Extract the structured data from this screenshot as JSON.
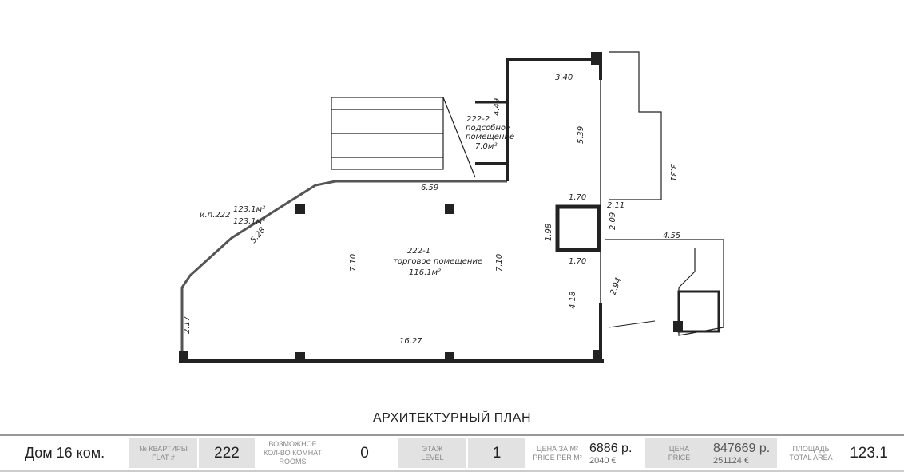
{
  "plan": {
    "caption": "АРХИТЕКТУРНЫЙ ПЛАН",
    "labels": {
      "unit": "и.п.222",
      "area1": "123.1м²",
      "area2": "123.1м²",
      "room1_num": "222-1",
      "room1_name": "торговое помещение",
      "room1_area": "116.1м²",
      "room2_num": "222-2",
      "room2_name1": "подсобное",
      "room2_name2": "помещение",
      "room2_area": "7.0м²"
    },
    "dims": [
      "3.40",
      "4.49",
      "5.39",
      "3.31",
      "6.59",
      "1.70",
      "2.11",
      "2.09",
      "1.98",
      "1.70",
      "4.55",
      "5.28",
      "7.10",
      "7.10",
      "2.94",
      "4.18",
      "2.17",
      "16.27"
    ]
  },
  "info": {
    "title": "Дом 16 ком.",
    "flat_label1": "№ КВАРТИРЫ",
    "flat_label2": "FLAT #",
    "flat": "222",
    "rooms_label1": "ВОЗМОЖНОЕ",
    "rooms_label2": "КОЛ-ВО КОМНАТ",
    "rooms_label3": "ROOMS",
    "rooms": "0",
    "level_label1": "ЭТАЖ",
    "level_label2": "LEVEL",
    "level": "1",
    "ppm_label1": "ЦЕНА ЗА М²",
    "ppm_label2": "PRICE PER M²",
    "ppm": "6886 р.",
    "ppm_eur": "2040 €",
    "price_label1": "ЦЕНА",
    "price_label2": "PRICE",
    "price": "847669 р.",
    "price_eur": "251124 €",
    "area_label1": "ПЛОЩАДЬ",
    "area_label2": "TOTAL AREA",
    "area": "123.1"
  }
}
